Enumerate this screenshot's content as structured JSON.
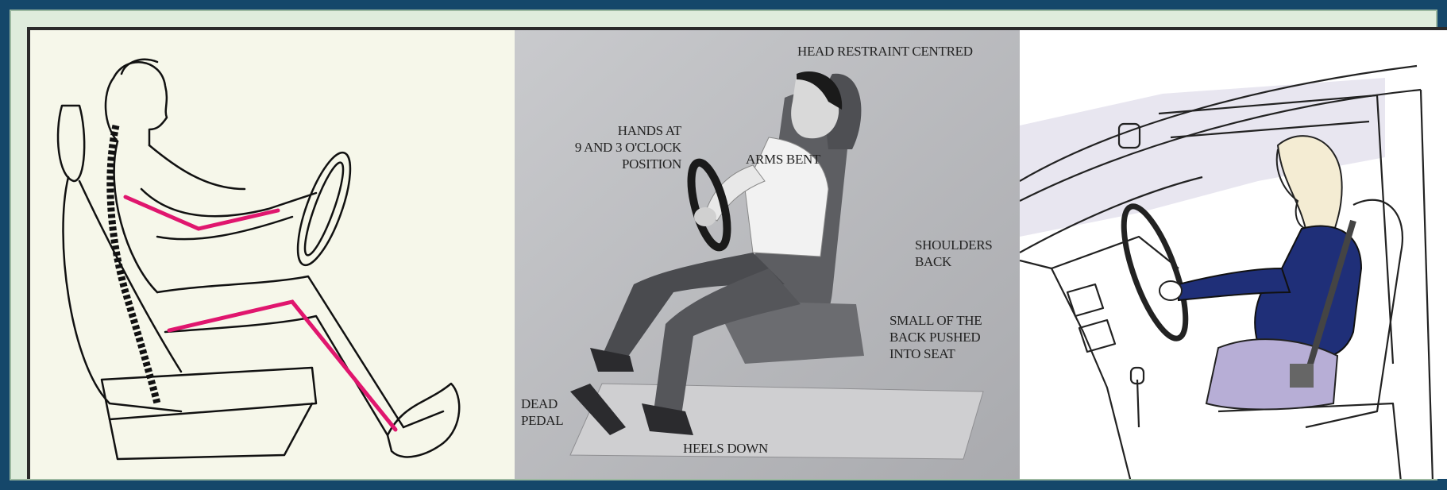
{
  "panels": {
    "left": {
      "name": "seated-man-posture"
    },
    "middle": {
      "name": "posture-labeled-diagram",
      "labels": {
        "head_restraint": "HEAD RESTRAINT CENTRED",
        "hands": "HANDS AT\n9 AND 3 O'CLOCK\nPOSITION",
        "arms": "ARMS BENT",
        "shoulders": "SHOULDERS\nBACK",
        "small_back": "SMALL OF THE\nBACK PUSHED\nINTO SEAT",
        "dead_pedal": "DEAD\nPEDAL",
        "heels": "HEELS DOWN"
      }
    },
    "right": {
      "name": "woman-driving-car"
    }
  },
  "colors": {
    "outer_border": "#15476a",
    "mat": "#dfecdc",
    "posture_lines": "#e0166e",
    "shirt_blue": "#1f2f78",
    "skirt_lavender": "#b7aed6"
  }
}
